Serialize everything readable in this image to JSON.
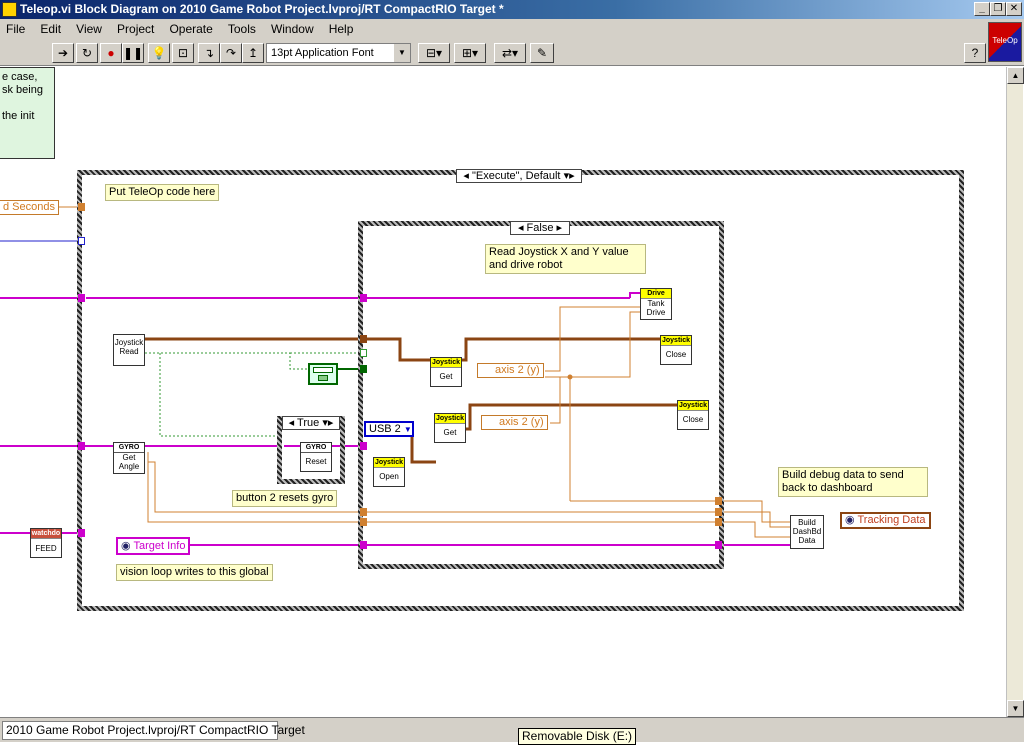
{
  "window": {
    "title": "Teleop.vi Block Diagram on 2010 Game Robot Project.lvproj/RT CompactRIO Target *",
    "minimize": "_",
    "restore": "❐",
    "close": "✕"
  },
  "menu": [
    "File",
    "Edit",
    "View",
    "Project",
    "Operate",
    "Tools",
    "Window",
    "Help"
  ],
  "toolbar": {
    "font": "13pt Application Font",
    "help": "?"
  },
  "logo_text": "TeleOp",
  "diagram": {
    "green_note": [
      "e case,",
      "sk being",
      "",
      "the init"
    ],
    "seconds_label": "d Seconds",
    "outer_case_selector": "\"Execute\", Default",
    "put_teleop_comment": "Put TeleOp code here",
    "inner_case_selector": "False",
    "read_joystick_comment": "Read Joystick X and Y value and drive robot",
    "joystick_read": [
      "Joystick",
      "Read"
    ],
    "gyro_get_angle": [
      "GYRO",
      "Get",
      "Angle"
    ],
    "watchdog_feed": [
      "watchdo",
      "FEED"
    ],
    "target_info": "Target Info",
    "vision_comment": "vision loop writes to this global",
    "true_case_selector": "True",
    "gyro_reset": [
      "GYRO",
      "Reset"
    ],
    "button2_comment": "button 2 resets gyro",
    "usb_selector": "USB 2",
    "joystick_open": [
      "Joystick",
      "Open"
    ],
    "joystick_get_1": [
      "Joystick",
      "Get"
    ],
    "joystick_get_2": [
      "Joystick",
      "Get"
    ],
    "axis_1": "axis 2 (y)",
    "axis_2": "axis 2 (y)",
    "drive_tank": [
      "Drive",
      "Tank",
      "Drive"
    ],
    "joystick_close_1": [
      "Joystick",
      "Close"
    ],
    "joystick_close_2": [
      "Joystick",
      "Close"
    ],
    "debug_comment": "Build debug data to send back to dashboard",
    "build_dashbd": [
      "Build",
      "DashBd",
      "Data"
    ],
    "tracking_data": "Tracking Data"
  },
  "status": {
    "project_path": "2010 Game Robot Project.lvproj/RT CompactRIO Target",
    "tooltip": "Removable Disk (E:)"
  },
  "colors": {
    "pink_wire": "#cc00cc",
    "brown_wire": "#8b4513",
    "orange_wire": "#d08030",
    "green_wire": "#006600",
    "blue_wire": "#0000cc"
  }
}
